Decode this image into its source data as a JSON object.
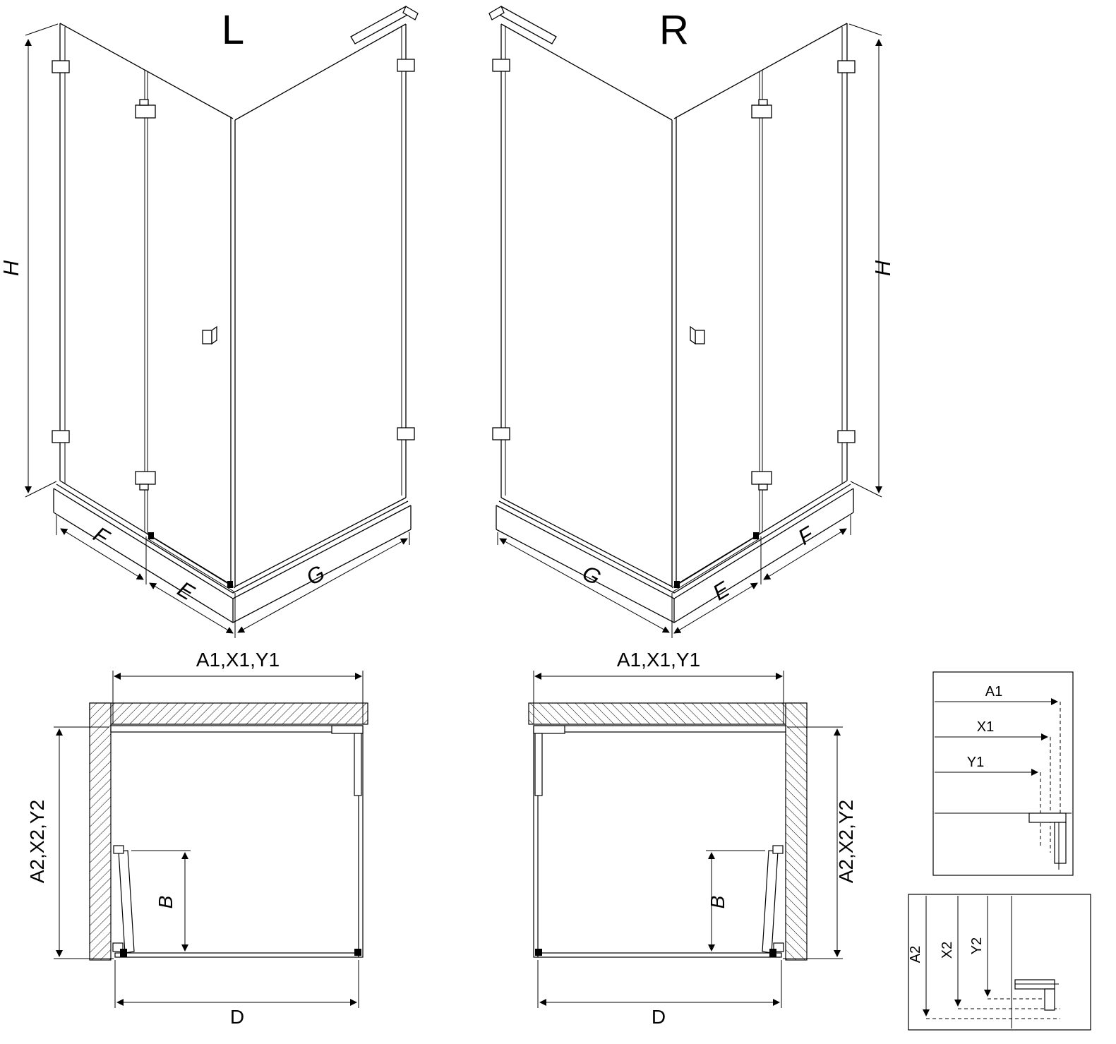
{
  "iso_left": {
    "title": "L",
    "height": "H",
    "front_fixed": "F",
    "front_door": "E",
    "side": "G"
  },
  "iso_right": {
    "title": "R",
    "height": "H",
    "front_fixed": "F",
    "front_door": "E",
    "side": "G"
  },
  "plan_left": {
    "width_top": "A1,X1,Y1",
    "depth_side": "A2,X2,Y2",
    "door_width": "B",
    "width_bottom": "D"
  },
  "plan_right": {
    "width_top": "A1,X1,Y1",
    "depth_side": "A2,X2,Y2",
    "door_width": "B",
    "width_bottom": "D"
  },
  "detail_h": {
    "a1": "A1",
    "x1": "X1",
    "y1": "Y1"
  },
  "detail_v": {
    "a2": "A2",
    "x2": "X2",
    "y2": "Y2"
  },
  "colors": {
    "line": "#000000",
    "background": "#ffffff"
  }
}
